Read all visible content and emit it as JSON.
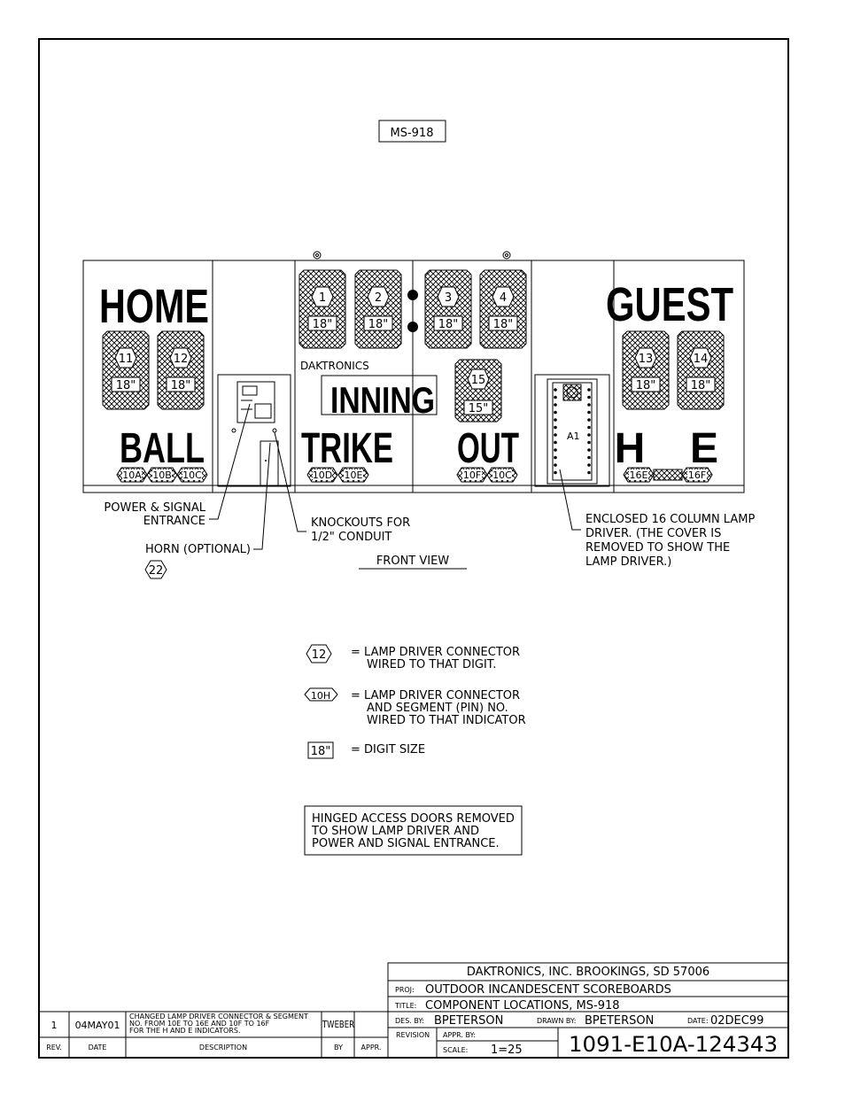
{
  "model": "MS-918",
  "panel": {
    "labels": {
      "home": "HOME",
      "guest": "GUEST",
      "ball": "BALL",
      "strike": "TRIKE",
      "out": "OUT",
      "inning": "INNING",
      "h": "H",
      "e": "E",
      "brand": "DAKTRONICS",
      "driver": "A1"
    },
    "digits": [
      {
        "num": "1",
        "size": "18\""
      },
      {
        "num": "2",
        "size": "18\""
      },
      {
        "num": "3",
        "size": "18\""
      },
      {
        "num": "4",
        "size": "18\""
      },
      {
        "num": "11",
        "size": "18\""
      },
      {
        "num": "12",
        "size": "18\""
      },
      {
        "num": "13",
        "size": "18\""
      },
      {
        "num": "14",
        "size": "18\""
      },
      {
        "num": "15",
        "size": "15\""
      }
    ],
    "indicators": [
      "10A",
      "10B",
      "10C",
      "10D",
      "10E",
      "10F",
      "10C",
      "16E",
      "16F"
    ]
  },
  "callouts": {
    "power": [
      "POWER & SIGNAL",
      "ENTRANCE"
    ],
    "knockouts": [
      "KNOCKOUTS FOR",
      "1/2\" CONDUIT"
    ],
    "horn": "HORN (OPTIONAL)",
    "horn_num": "22",
    "enclosed": [
      "ENCLOSED 16 COLUMN LAMP",
      "DRIVER. (THE COVER IS",
      "REMOVED TO SHOW THE",
      "LAMP DRIVER.)"
    ],
    "front_view": "FRONT VIEW"
  },
  "legend": [
    {
      "symbol": "12",
      "lines": [
        "= LAMP DRIVER CONNECTOR",
        "WIRED TO THAT DIGIT."
      ]
    },
    {
      "symbol": "10H",
      "lines": [
        "= LAMP DRIVER CONNECTOR",
        "AND SEGMENT (PIN) NO.",
        "WIRED TO THAT INDICATOR"
      ]
    },
    {
      "symbol": "18\"",
      "lines": [
        "= DIGIT SIZE"
      ]
    }
  ],
  "note": [
    "HINGED ACCESS DOORS REMOVED",
    "TO SHOW LAMP DRIVER AND",
    "POWER AND SIGNAL ENTRANCE."
  ],
  "revision_block": {
    "rev": "1",
    "date": "04MAY01",
    "description": [
      "CHANGED LAMP DRIVER CONNECTOR & SEGMENT",
      "NO. FROM 10E TO 16E AND 10F TO 16F",
      "FOR THE H AND E INDICATORS."
    ],
    "by": "TWEBER",
    "headers": {
      "rev": "REV.",
      "date": "DATE",
      "description": "DESCRIPTION",
      "by": "BY",
      "appr": "APPR."
    }
  },
  "title_block": {
    "company": "DAKTRONICS, INC.   BROOKINGS, SD 57006",
    "proj_label": "PROJ:",
    "proj": "OUTDOOR INCANDESCENT SCOREBOARDS",
    "title_label": "TITLE:",
    "title": "COMPONENT LOCATIONS, MS-918",
    "des_label": "DES. BY:",
    "des": "BPETERSON",
    "drawn_label": "DRAWN BY:",
    "drawn": "BPETERSON",
    "date_label": "DATE:",
    "date": "02DEC99",
    "revision_label": "REVISION",
    "appr_label": "APPR. BY:",
    "scale_label": "SCALE:",
    "scale": "1=25",
    "drawing_number": "1091-E10A-124343"
  }
}
